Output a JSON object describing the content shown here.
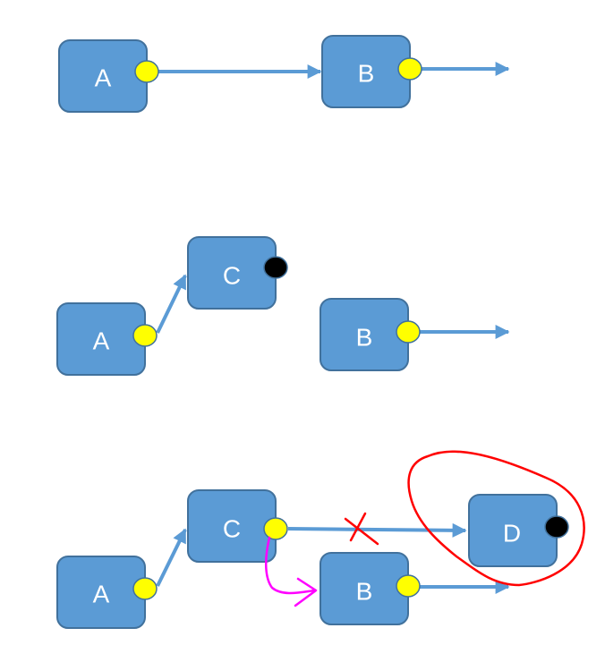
{
  "colors": {
    "node_fill": "#5b9bd5",
    "node_stroke": "#41719c",
    "port_output": "#ffff00",
    "port_unconnected": "#000000",
    "edge": "#5b9bd5",
    "annotation_reroute": "#ff00ff",
    "annotation_remove": "#ff0000",
    "annotation_highlight": "#ff0000"
  },
  "panels": [
    {
      "nodes": [
        {
          "label": "A",
          "port": "yellow-dot"
        },
        {
          "label": "B",
          "port": "yellow-dot"
        }
      ]
    },
    {
      "nodes": [
        {
          "label": "A",
          "port": "yellow-dot"
        },
        {
          "label": "C",
          "port": "black-dot"
        },
        {
          "label": "B",
          "port": "yellow-dot"
        }
      ]
    },
    {
      "nodes": [
        {
          "label": "A",
          "port": "yellow-dot"
        },
        {
          "label": "C",
          "port": "yellow-dot"
        },
        {
          "label": "B",
          "port": "yellow-dot"
        },
        {
          "label": "D",
          "port": "black-dot"
        }
      ]
    }
  ]
}
